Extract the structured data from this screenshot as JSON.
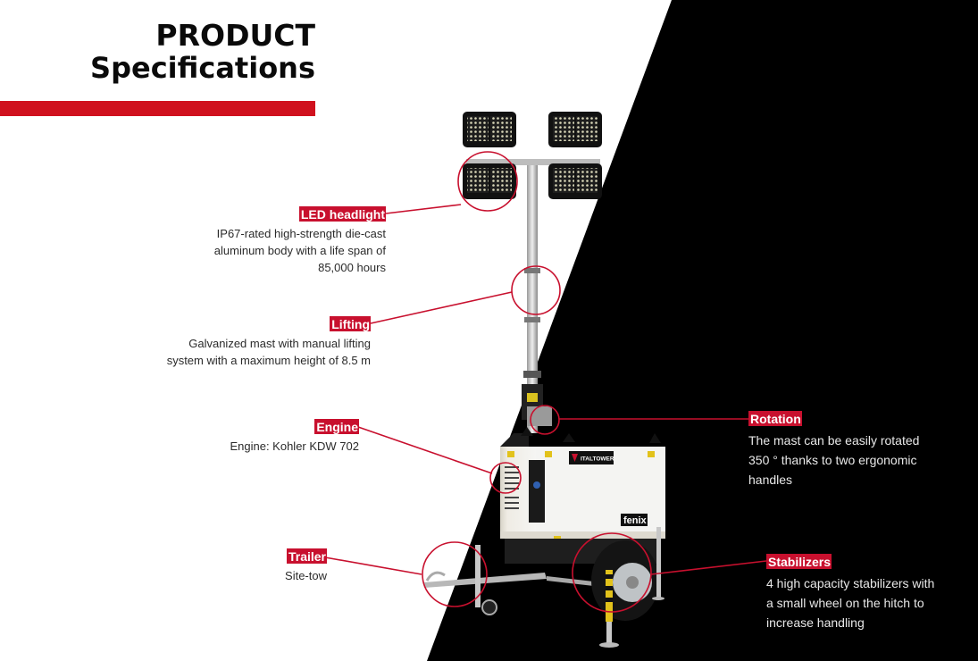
{
  "header": {
    "title_line1": "PRODUCT",
    "title_line2": "Specifications"
  },
  "colors": {
    "accent_red": "#c8102e",
    "bar_red": "#d0111e",
    "background_light": "#ffffff",
    "background_dark": "#000000"
  },
  "product": {
    "brand_plate": "ITALTOWER",
    "model_badge": "fenix"
  },
  "callouts": {
    "led": {
      "label": "LED headlight",
      "description": "IP67-rated high-strength die-cast aluminum body with a life span of 85,000 hours",
      "lines": [
        "IP67-rated high-strength die-cast",
        "aluminum body with a life span of",
        "85,000 hours"
      ]
    },
    "lifting": {
      "label": "Lifting",
      "lines": [
        "Galvanized mast with manual lifting",
        "system with a maximum height of 8.5 m"
      ]
    },
    "engine": {
      "label": "Engine",
      "lines": [
        "Engine: Kohler KDW 702"
      ]
    },
    "trailer": {
      "label": "Trailer",
      "lines": [
        "Site-tow"
      ]
    },
    "rotation": {
      "label": "Rotation",
      "lines": [
        "The mast can be easily rotated",
        "350 ° thanks to two ergonomic",
        "handles"
      ]
    },
    "stabilizers": {
      "label": "Stabilizers",
      "lines": [
        "4 high capacity stabilizers with",
        "a small wheel on the hitch to",
        "increase handling"
      ]
    }
  }
}
